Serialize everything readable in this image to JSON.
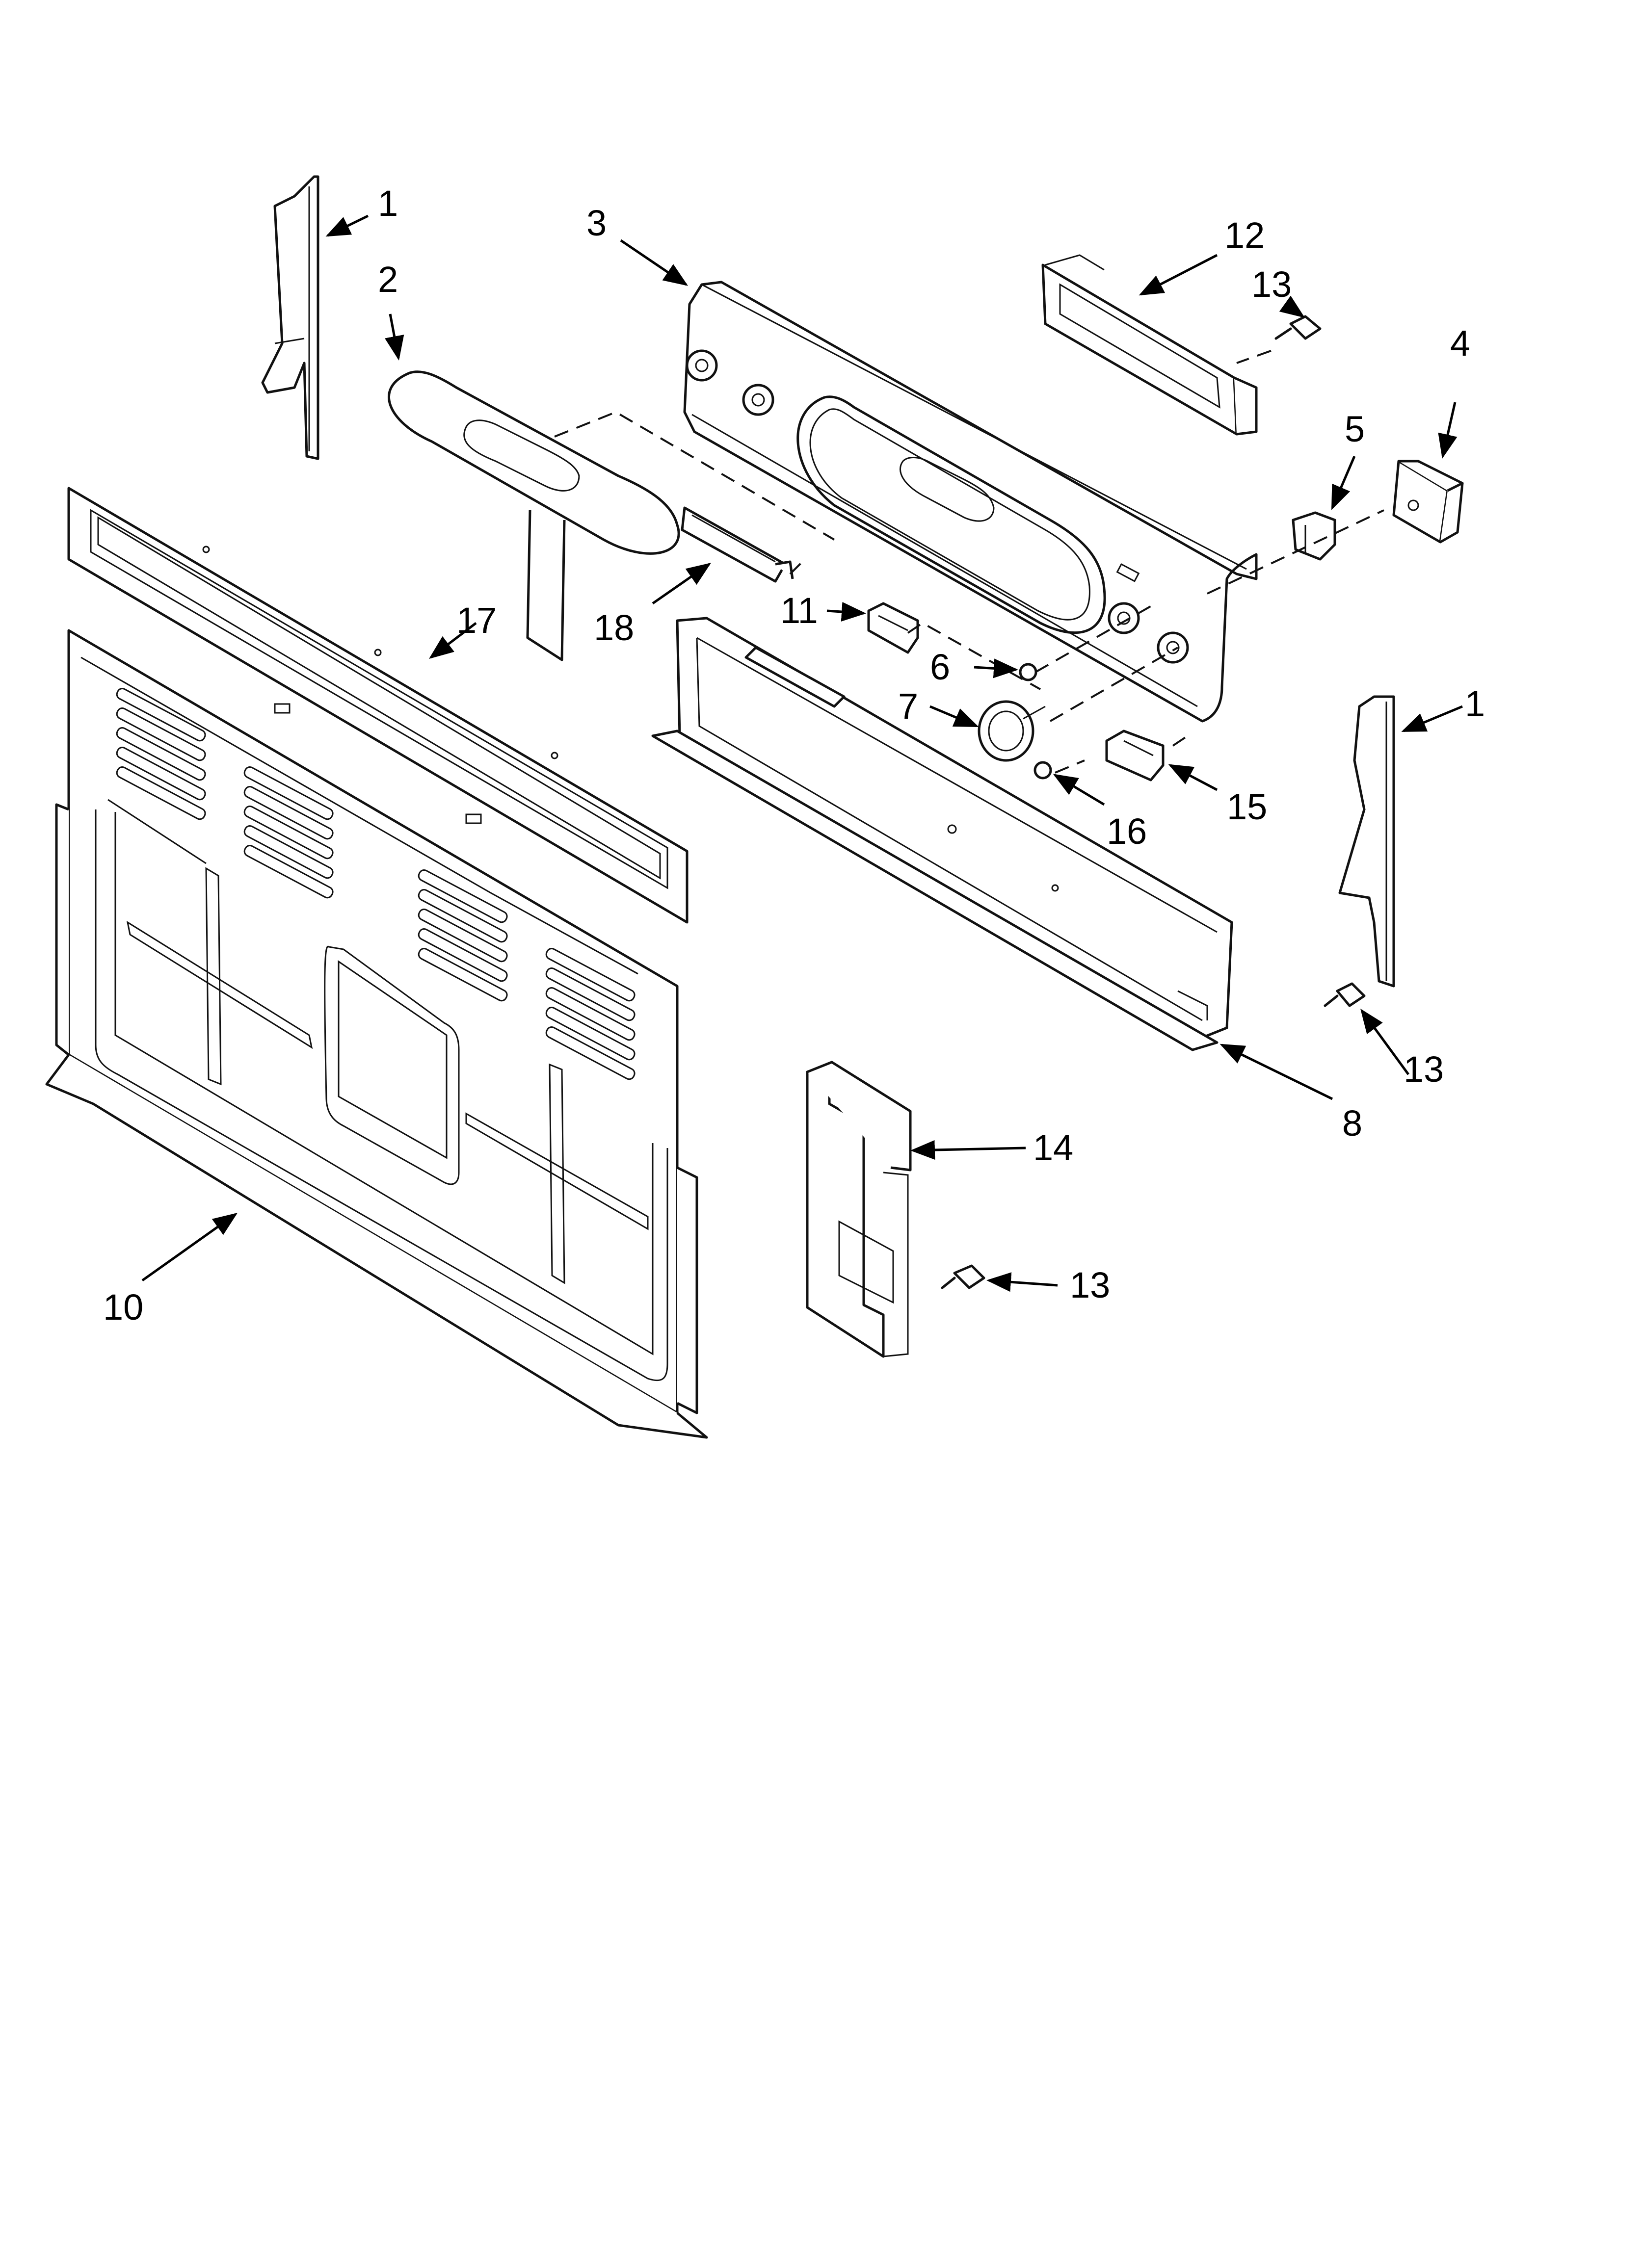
{
  "diagram": {
    "callouts": {
      "c1a": "1",
      "c1b": "1",
      "c2": "2",
      "c3": "3",
      "c4": "4",
      "c5": "5",
      "c6": "6",
      "c7": "7",
      "c8": "8",
      "c10": "10",
      "c11": "11",
      "c12": "12",
      "c13a": "13",
      "c13b": "13",
      "c13c": "13",
      "c14": "14",
      "c15": "15",
      "c16": "16",
      "c17": "17",
      "c18": "18"
    }
  }
}
